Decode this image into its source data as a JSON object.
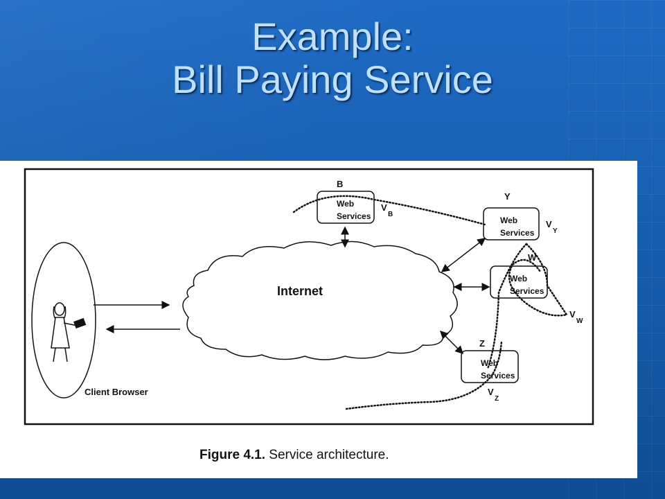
{
  "slide": {
    "title_line1": "Example:",
    "title_line2": "Bill Paying Service"
  },
  "diagram": {
    "internet_label": "Internet",
    "client_label": "Client Browser",
    "nodes": [
      {
        "id": "B",
        "label_line1": "Web",
        "label_line2": "Services",
        "v_main": "V",
        "v_sub": "B"
      },
      {
        "id": "Y",
        "label_line1": "Web",
        "label_line2": "Services",
        "v_main": "V",
        "v_sub": "Y"
      },
      {
        "id": "W",
        "label_line1": "Web",
        "label_line2": "Services",
        "v_main": "V",
        "v_sub": "W"
      },
      {
        "id": "Z",
        "label_line1": "Web",
        "label_line2": "Services",
        "v_main": "V",
        "v_sub": "Z"
      }
    ]
  },
  "caption": {
    "figure_number": "Figure 4.1.",
    "text": " Service architecture."
  }
}
